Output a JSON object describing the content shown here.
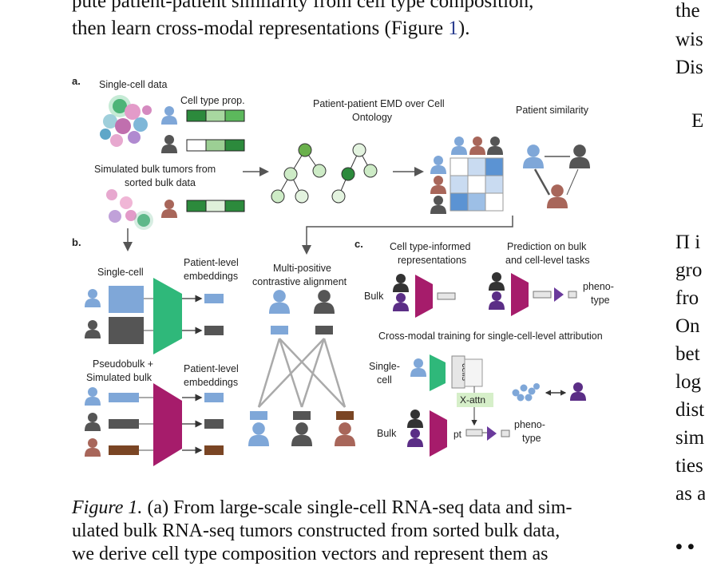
{
  "main_text": {
    "line1": "pute patient-patient similarity from cell type composition,",
    "line2_a": "then learn cross-modal representations (Figure ",
    "line2_ref": "1",
    "line2_b": ")."
  },
  "right_column": {
    "lines": [
      "the",
      "wis",
      "Dis",
      "E",
      "Π i",
      "gro",
      "fro",
      "On",
      "bet",
      "log",
      "dist",
      "sim",
      "ties",
      "as a",
      "• •"
    ]
  },
  "figure": {
    "panel_a": {
      "label": "a.",
      "single_cell_data": "Single-cell data",
      "cell_type_prop": "Cell type prop.",
      "simulated_bulk_1": "Simulated bulk tumors from",
      "simulated_bulk_2": "sorted bulk data",
      "emd_1": "Patient-patient EMD over Cell",
      "emd_2": "Ontology",
      "patient_similarity": "Patient similarity"
    },
    "panel_b": {
      "label": "b.",
      "single_cell": "Single-cell",
      "patient_level_1": "Patient-level",
      "patient_level_2": "embeddings",
      "multi_pos_1": "Multi-positive",
      "multi_pos_2": "contrastive alignment",
      "pseudobulk_1": "Pseudobulk +",
      "pseudobulk_2": "Simulated bulk"
    },
    "panel_c": {
      "label": "c.",
      "cti_1": "Cell type-informed",
      "cti_2": "representations",
      "pred_1": "Prediction on bulk",
      "pred_2": "and cell-level tasks",
      "bulk": "Bulk",
      "pheno_1": "pheno-",
      "pheno_2": "type",
      "cross_modal": "Cross-modal training for single-cell-level attribution",
      "single_cell_1": "Single-",
      "single_cell_2": "cell",
      "cells": "cells",
      "xattn": "X-attn",
      "pt": "pt"
    },
    "colors": {
      "green": "#2fb87a",
      "magenta": "#a61c6b",
      "purple": "#6a3a9c",
      "blue": "#7fa7d8",
      "dark": "#555555",
      "brown": "#a8665a"
    }
  },
  "caption": {
    "label": "Figure 1.",
    "line1": " (a) From large-scale single-cell RNA-seq data and sim-",
    "line2": "ulated bulk RNA-seq tumors constructed from sorted bulk data,",
    "line3": "we derive cell type composition vectors and represent them as"
  }
}
